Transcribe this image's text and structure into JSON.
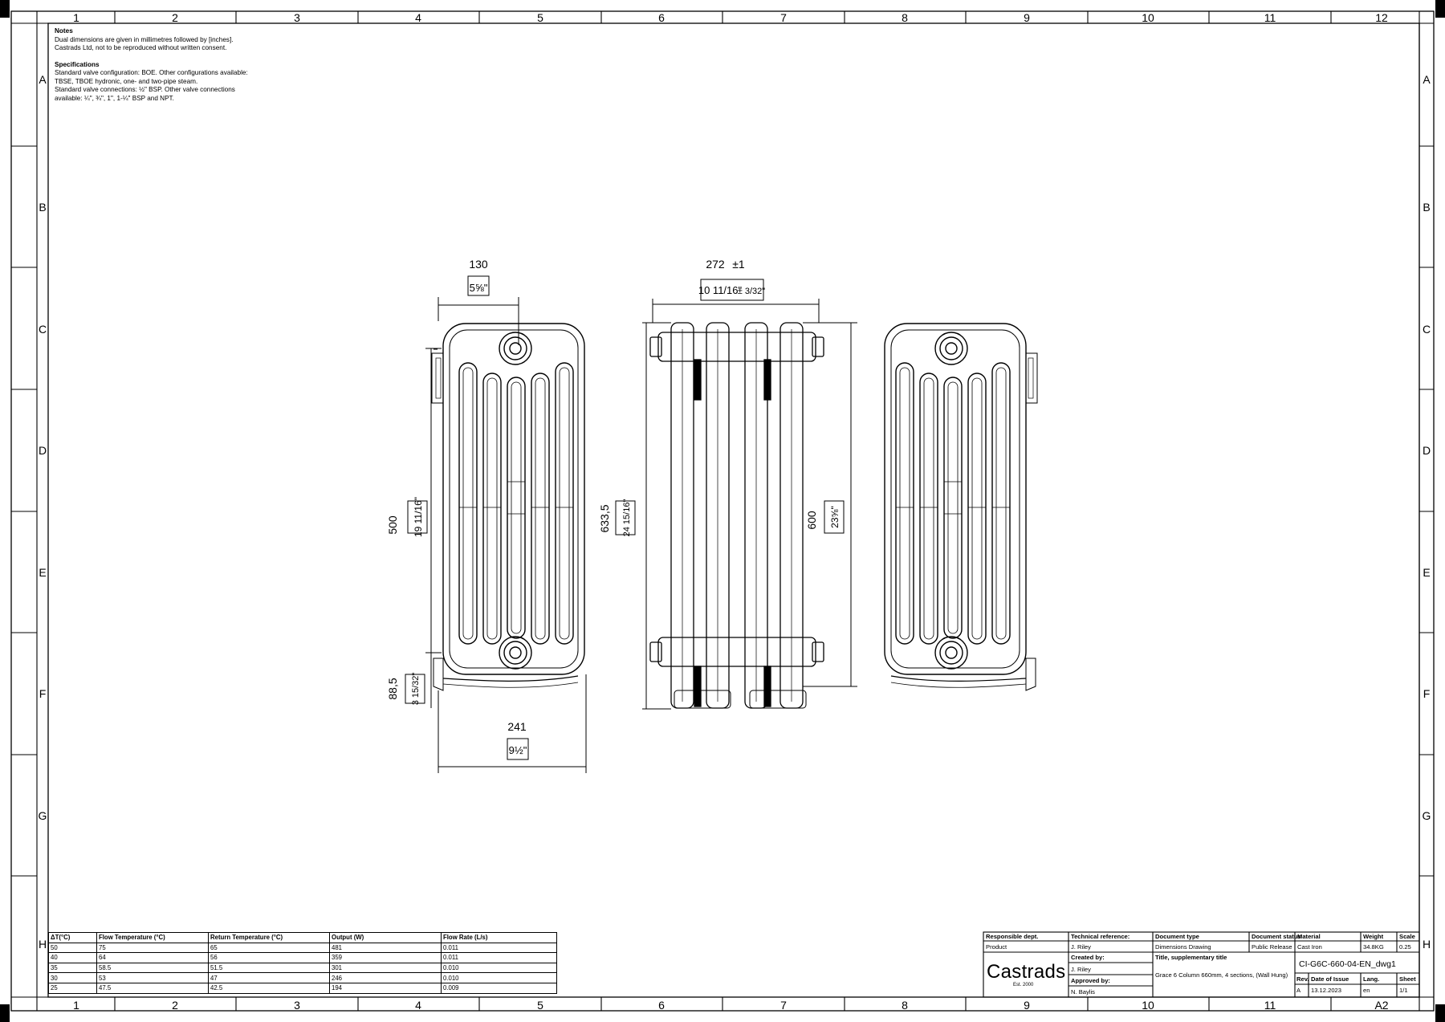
{
  "grid": {
    "columns": [
      "1",
      "2",
      "3",
      "4",
      "5",
      "6",
      "7",
      "8",
      "9",
      "10",
      "11",
      "12"
    ],
    "rows": [
      "A",
      "B",
      "C",
      "D",
      "E",
      "F",
      "G",
      "H"
    ]
  },
  "notes": {
    "heading": "Notes",
    "lines": [
      "Dual dimensions are given in millimetres followed by [inches].",
      "Castrads Ltd, not to be reproduced without written consent."
    ],
    "spec_heading": "Specifications",
    "spec_lines": [
      "Standard valve configuration: BOE. Other configurations available:",
      "TBSE, TBOE hydronic, one- and two-pipe steam.",
      "Standard valve connections: ½\" BSP. Other valve connections",
      "available: ¼\", ¾\", 1\", 1-¼\" BSP and NPT."
    ]
  },
  "dimensions": {
    "front_width_mm": "130",
    "front_width_in": "5⅝\"",
    "side_depth_mm": "272",
    "side_tol_mm": "±1",
    "side_depth_in": "10 11/16\"",
    "side_tol_in": "± 3/32\"",
    "centres_mm": "500",
    "centres_in": "19 11/16\"",
    "overall_height_mm": "633,5",
    "overall_height_in": "24 15/16\"",
    "body_height_mm": "600",
    "body_height_in": "23⅝\"",
    "floor_mm": "88,5",
    "floor_in": "3 15/32\"",
    "bracket_width_mm": "241",
    "bracket_width_in": "9½\""
  },
  "performance_table": {
    "headers": [
      "ΔT(°C)",
      "Flow Temperature (°C)",
      "Return Temperature (°C)",
      "Output (W)",
      "Flow Rate (L/s)"
    ],
    "rows": [
      [
        "50",
        "75",
        "65",
        "481",
        "0.011"
      ],
      [
        "40",
        "64",
        "56",
        "359",
        "0.011"
      ],
      [
        "35",
        "58.5",
        "51.5",
        "301",
        "0.010"
      ],
      [
        "30",
        "53",
        "47",
        "246",
        "0.010"
      ],
      [
        "25",
        "47.5",
        "42.5",
        "194",
        "0.009"
      ]
    ]
  },
  "title_block": {
    "responsible_dept_label": "Responsible dept.",
    "responsible_dept": "Product",
    "technical_ref_label": "Technical reference:",
    "technical_ref": "J. Riley",
    "created_by_label": "Created by:",
    "created_by": "J. Riley",
    "approved_by_label": "Approved by:",
    "approved_by": "N. Baylis",
    "doc_type_label": "Document type",
    "doc_type": "Dimensions Drawing",
    "doc_status_label": "Document status",
    "doc_status": "Public Release",
    "title_label": "Title, supplementary title",
    "title": "Grace 6 Column 660mm, 4 sections, (Wall Hung)",
    "material_label": "Material",
    "material": "Cast Iron",
    "weight_label": "Weight",
    "weight": "34.8KG",
    "scale_label": "Scale",
    "scale": "0.25",
    "doc_number": "CI-G6C-660-04-EN_dwg1",
    "rev_label": "Rev.",
    "rev": "A",
    "issue_label": "Date of Issue",
    "issue": "13.12.2023",
    "lang_label": "Lang.",
    "lang": "en",
    "sheet_label": "Sheet",
    "sheet": "1/1",
    "brand": "Castrads",
    "brand_sub": "Est. 2000",
    "paper_size": "A2"
  }
}
